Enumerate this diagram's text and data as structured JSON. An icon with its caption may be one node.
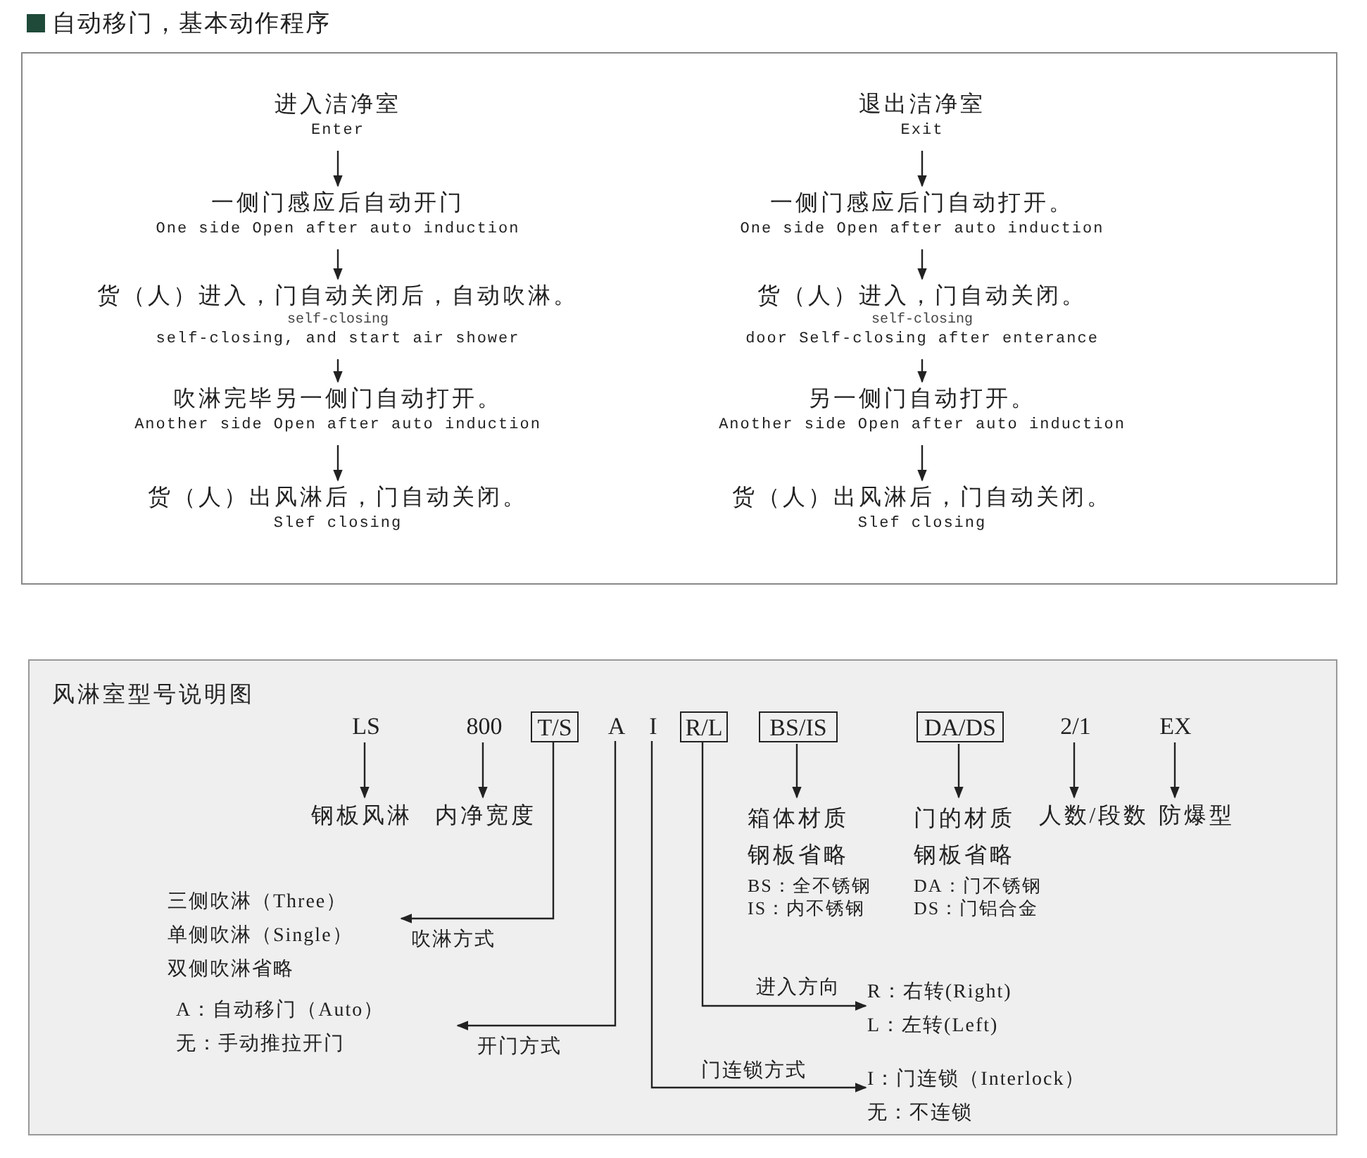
{
  "diagram": {
    "nodes": [
      {
        "text": [
          "自动移门，基本动作程序"
        ]
      },
      {
        "text": [
          "进入洁净室",
          "Enter"
        ],
        "in": 0
      },
      {
        "text": [
          "一侧门感应后自动开门",
          "One side Open after auto induction"
        ],
        "in": 0
      },
      {
        "text": [
          "货（人）进入，门自动关闭后，自动吹淋。",
          "self-closing",
          "self-closing, and start air shower"
        ],
        "in": 0
      },
      {
        "text": [
          "吹淋完毕另一侧门自动打开。",
          "Another side Open after auto induction"
        ],
        "in": 0
      },
      {
        "text": [
          "货（人）出风淋后，门自动关闭。",
          "Slef closing"
        ],
        "in": 0
      },
      {
        "text": [
          "退出洁净室",
          "Exit"
        ],
        "in": 0
      },
      {
        "text": [
          "一侧门感应后门自动打开。",
          "One side Open after auto induction"
        ],
        "in": 0
      },
      {
        "text": [
          "货（人）进入，门自动关闭。",
          "self-closing",
          "door Self-closing after enterance"
        ],
        "in": 0
      },
      {
        "text": [
          "另一侧门自动打开。",
          "Another side Open after auto induction"
        ],
        "in": 0
      },
      {
        "text": [
          "货（人）出风淋后，门自动关闭。",
          "Slef closing"
        ],
        "in": 0
      },
      {
        "text": [
          "风淋室型号说明图"
        ]
      },
      {
        "text": [
          "LS"
        ],
        "in": 11
      },
      {
        "text": [
          "800"
        ],
        "in": 11
      },
      {
        "text": [
          "T/S"
        ],
        "in": 11
      },
      {
        "text": [
          "A"
        ],
        "in": 11
      },
      {
        "text": [
          "I"
        ],
        "in": 11
      },
      {
        "text": [
          "R/L"
        ],
        "in": 11
      },
      {
        "text": [
          "BS/IS"
        ],
        "in": 11
      },
      {
        "text": [
          "DA/DS"
        ],
        "in": 11
      },
      {
        "text": [
          "2/1"
        ],
        "in": 11
      },
      {
        "text": [
          "EX"
        ],
        "in": 11
      },
      {
        "text": [
          "钢板风淋"
        ],
        "in": 11
      },
      {
        "text": [
          "内净宽度"
        ],
        "in": 11
      },
      {
        "text": [
          "箱体材质",
          "钢板省略",
          "BS：全不锈钢",
          "IS：内不锈钢"
        ],
        "in": 11
      },
      {
        "text": [
          "门的材质",
          "钢板省略",
          "DA：门不锈钢",
          "DS：门铝合金"
        ],
        "in": 11
      },
      {
        "text": [
          "人数/段数"
        ],
        "in": 11
      },
      {
        "text": [
          "防爆型"
        ],
        "in": 11
      },
      {
        "text": [
          "三侧吹淋（Three）",
          "单侧吹淋（Single）",
          "双侧吹淋省略"
        ],
        "in": 11
      },
      {
        "text": [
          "A：自动移门（Auto）",
          "无：手动推拉开门"
        ],
        "in": 11
      },
      {
        "text": [
          "R：右转(Right)",
          "L：左转(Left)"
        ],
        "in": 11
      },
      {
        "text": [
          "I：门连锁（Interlock）",
          "无：不连锁"
        ],
        "in": 11
      }
    ],
    "edges": [
      {
        "from": 1,
        "to": 2,
        "arrow": "to"
      },
      {
        "from": 2,
        "to": 3,
        "arrow": "to"
      },
      {
        "from": 3,
        "to": 4,
        "arrow": "to"
      },
      {
        "from": 4,
        "to": 5,
        "arrow": "to"
      },
      {
        "from": 6,
        "to": 7,
        "arrow": "to"
      },
      {
        "from": 7,
        "to": 8,
        "arrow": "to"
      },
      {
        "from": 8,
        "to": 9,
        "arrow": "to"
      },
      {
        "from": 9,
        "to": 10,
        "arrow": "to"
      },
      {
        "from": 12,
        "to": 22,
        "arrow": "to"
      },
      {
        "from": 13,
        "to": 23,
        "arrow": "to"
      },
      {
        "from": 14,
        "to": 28,
        "arrow": "to",
        "label": "吹淋方式"
      },
      {
        "from": 15,
        "to": 29,
        "arrow": "to",
        "label": "开门方式"
      },
      {
        "from": 16,
        "to": 31,
        "arrow": "to",
        "label": "门连锁方式"
      },
      {
        "from": 17,
        "to": 30,
        "arrow": "to",
        "label": "进入方向"
      },
      {
        "from": 18,
        "to": 24,
        "arrow": "to"
      },
      {
        "from": 19,
        "to": 25,
        "arrow": "to"
      },
      {
        "from": 20,
        "to": 26,
        "arrow": "to"
      },
      {
        "from": 21,
        "to": 27,
        "arrow": "to"
      }
    ]
  }
}
